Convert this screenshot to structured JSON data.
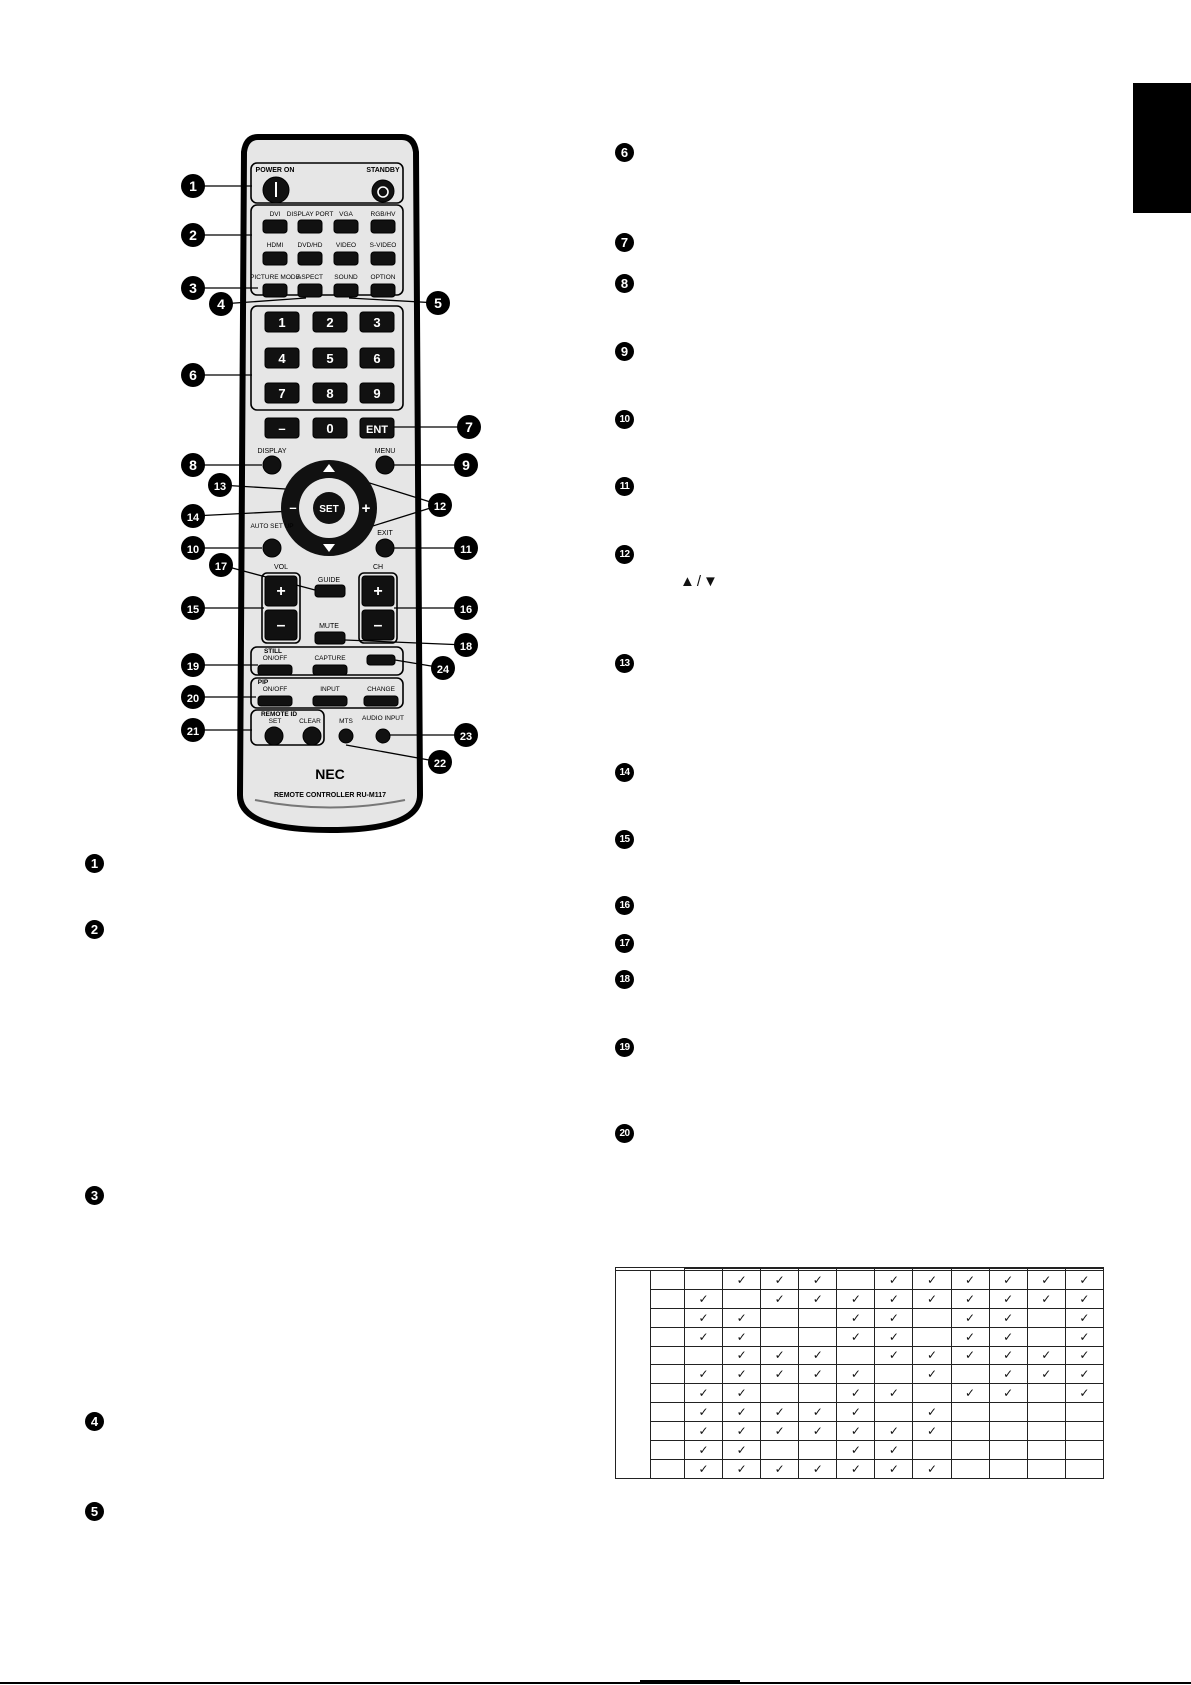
{
  "remote": {
    "power_on": "POWER ON",
    "standby": "STANDBY",
    "inputs_row1": [
      "DVI",
      "DISPLAY PORT",
      "VGA",
      "RGB/HV"
    ],
    "inputs_row2": [
      "HDMI",
      "DVD/HD",
      "VIDEO",
      "S-VIDEO"
    ],
    "mode_row": [
      "PICTURE MODE",
      "ASPECT",
      "SOUND",
      "OPTION"
    ],
    "keypad": [
      "1",
      "2",
      "3",
      "4",
      "5",
      "6",
      "7",
      "8",
      "9",
      "–",
      "0"
    ],
    "ent": "ENT",
    "display": "DISPLAY",
    "menu": "MENU",
    "set": "SET",
    "auto_set_up": "AUTO SET UP",
    "exit": "EXIT",
    "guide": "GUIDE",
    "vol": "VOL",
    "ch": "CH",
    "mute": "MUTE",
    "still": "STILL",
    "still_on_off": "ON/OFF",
    "capture": "CAPTURE",
    "pip": "PIP",
    "pip_on_off": "ON/OFF",
    "input": "INPUT",
    "change": "CHANGE",
    "remote_id": "REMOTE ID",
    "remote_set": "SET",
    "remote_clear": "CLEAR",
    "mts": "MTS",
    "audio_input": "AUDIO INPUT",
    "brand": "NEC",
    "model": "REMOTE CONTROLLER RU-M117",
    "callouts": [
      "1",
      "2",
      "3",
      "4",
      "5",
      "6",
      "7",
      "8",
      "9",
      "10",
      "11",
      "12",
      "13",
      "14",
      "15",
      "16",
      "17",
      "18",
      "19",
      "20",
      "21",
      "22",
      "23",
      "24"
    ]
  },
  "left_markers": [
    "1",
    "2",
    "3",
    "4",
    "5"
  ],
  "right_markers": [
    "6",
    "7",
    "8",
    "9",
    "10",
    "11",
    "12",
    "13",
    "14",
    "15",
    "16",
    "17",
    "18",
    "19",
    "20"
  ],
  "arrows_text": "▲/▼",
  "table": {
    "check": "✓",
    "rows": [
      [
        0,
        1,
        1,
        1,
        0,
        1,
        1,
        1,
        1,
        1,
        1
      ],
      [
        1,
        0,
        1,
        1,
        1,
        1,
        1,
        1,
        1,
        1,
        1
      ],
      [
        1,
        1,
        0,
        0,
        1,
        1,
        0,
        1,
        1,
        0,
        1
      ],
      [
        1,
        1,
        0,
        0,
        1,
        1,
        0,
        1,
        1,
        0,
        1
      ],
      [
        0,
        1,
        1,
        1,
        0,
        1,
        1,
        1,
        1,
        1,
        1
      ],
      [
        1,
        1,
        1,
        1,
        1,
        0,
        1,
        0,
        1,
        1,
        1
      ],
      [
        1,
        1,
        0,
        0,
        1,
        1,
        0,
        1,
        1,
        0,
        1
      ],
      [
        1,
        1,
        1,
        1,
        1,
        0,
        1,
        0,
        0,
        0,
        0
      ],
      [
        1,
        1,
        1,
        1,
        1,
        1,
        1,
        0,
        0,
        0,
        0
      ],
      [
        1,
        1,
        0,
        0,
        1,
        1,
        0,
        0,
        0,
        0,
        0
      ],
      [
        1,
        1,
        1,
        1,
        1,
        1,
        1,
        0,
        0,
        0,
        0
      ]
    ]
  }
}
